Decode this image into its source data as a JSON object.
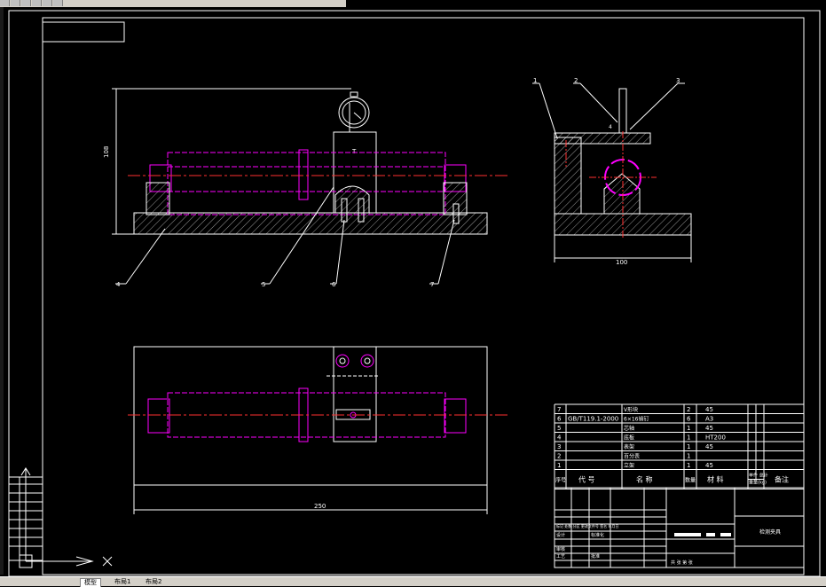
{
  "tabs": [
    {
      "label": "模型",
      "active": true
    },
    {
      "label": "布局1",
      "active": false
    },
    {
      "label": "布局2",
      "active": false
    }
  ],
  "drawing": {
    "dimensions": {
      "height": "108",
      "side_width": "100",
      "bottom_width": "250"
    },
    "callouts": {
      "c1": "1",
      "c2": "2",
      "c3": "3",
      "c4": "4",
      "c5": "5",
      "c6": "6",
      "c7": "7"
    },
    "small_dim": "4",
    "gauge_label": "T"
  },
  "bom": {
    "rows": [
      {
        "no": "7",
        "code": "",
        "name": "V形块",
        "qty": "2",
        "material": "45"
      },
      {
        "no": "6",
        "code": "GB/T119.1-2000",
        "name": "6×16销钉",
        "qty": "6",
        "material": "A3"
      },
      {
        "no": "5",
        "code": "",
        "name": "芯轴",
        "qty": "1",
        "material": "45"
      },
      {
        "no": "4",
        "code": "",
        "name": "底板",
        "qty": "1",
        "material": "HT200"
      },
      {
        "no": "3",
        "code": "",
        "name": "表架",
        "qty": "1",
        "material": "45"
      },
      {
        "no": "2",
        "code": "",
        "name": "百分表",
        "qty": "1",
        "material": ""
      },
      {
        "no": "1",
        "code": "",
        "name": "立架",
        "qty": "1",
        "material": "45"
      }
    ],
    "header": {
      "no": "序号",
      "code": "代 号",
      "name": "名 称",
      "qty": "数量",
      "material": "材 料",
      "weight": "单件 总计",
      "weight2": "重量(kg)",
      "remark": "备注"
    }
  },
  "title_block": {
    "drawing_name": "检测夹具",
    "designer": "设计",
    "standardize": "标准化",
    "review": "审核",
    "process": "工艺",
    "approve": "批准",
    "scale_row": "共  张  第  张",
    "mark_labels": "标记 处数 分区 更改文件号 签名 年月日"
  },
  "colors": {
    "frame": "#ffffff",
    "part": "#ff00ff",
    "center": "#ff3030",
    "hatch": "#ffffff",
    "dim": "#ffffff",
    "table": "#ffffff",
    "bg": "#000000"
  }
}
